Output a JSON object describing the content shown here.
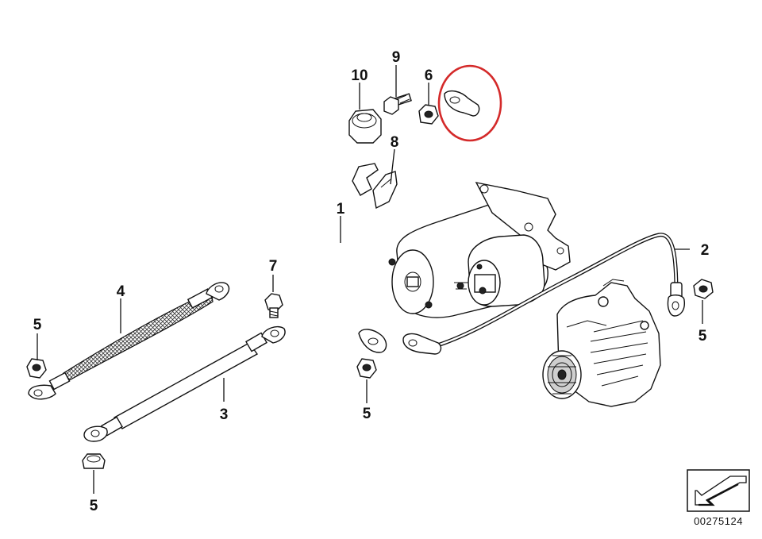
{
  "diagram": {
    "part_labels": {
      "p1": "1",
      "p2": "2",
      "p3": "3",
      "p4": "4",
      "p5a": "5",
      "p5b": "5",
      "p5c": "5",
      "p5d": "5",
      "p6": "6",
      "p7": "7",
      "p8": "8",
      "p9": "9",
      "p10": "10"
    },
    "reference_code": "00275124",
    "highlight_color": "#d42a2a"
  }
}
